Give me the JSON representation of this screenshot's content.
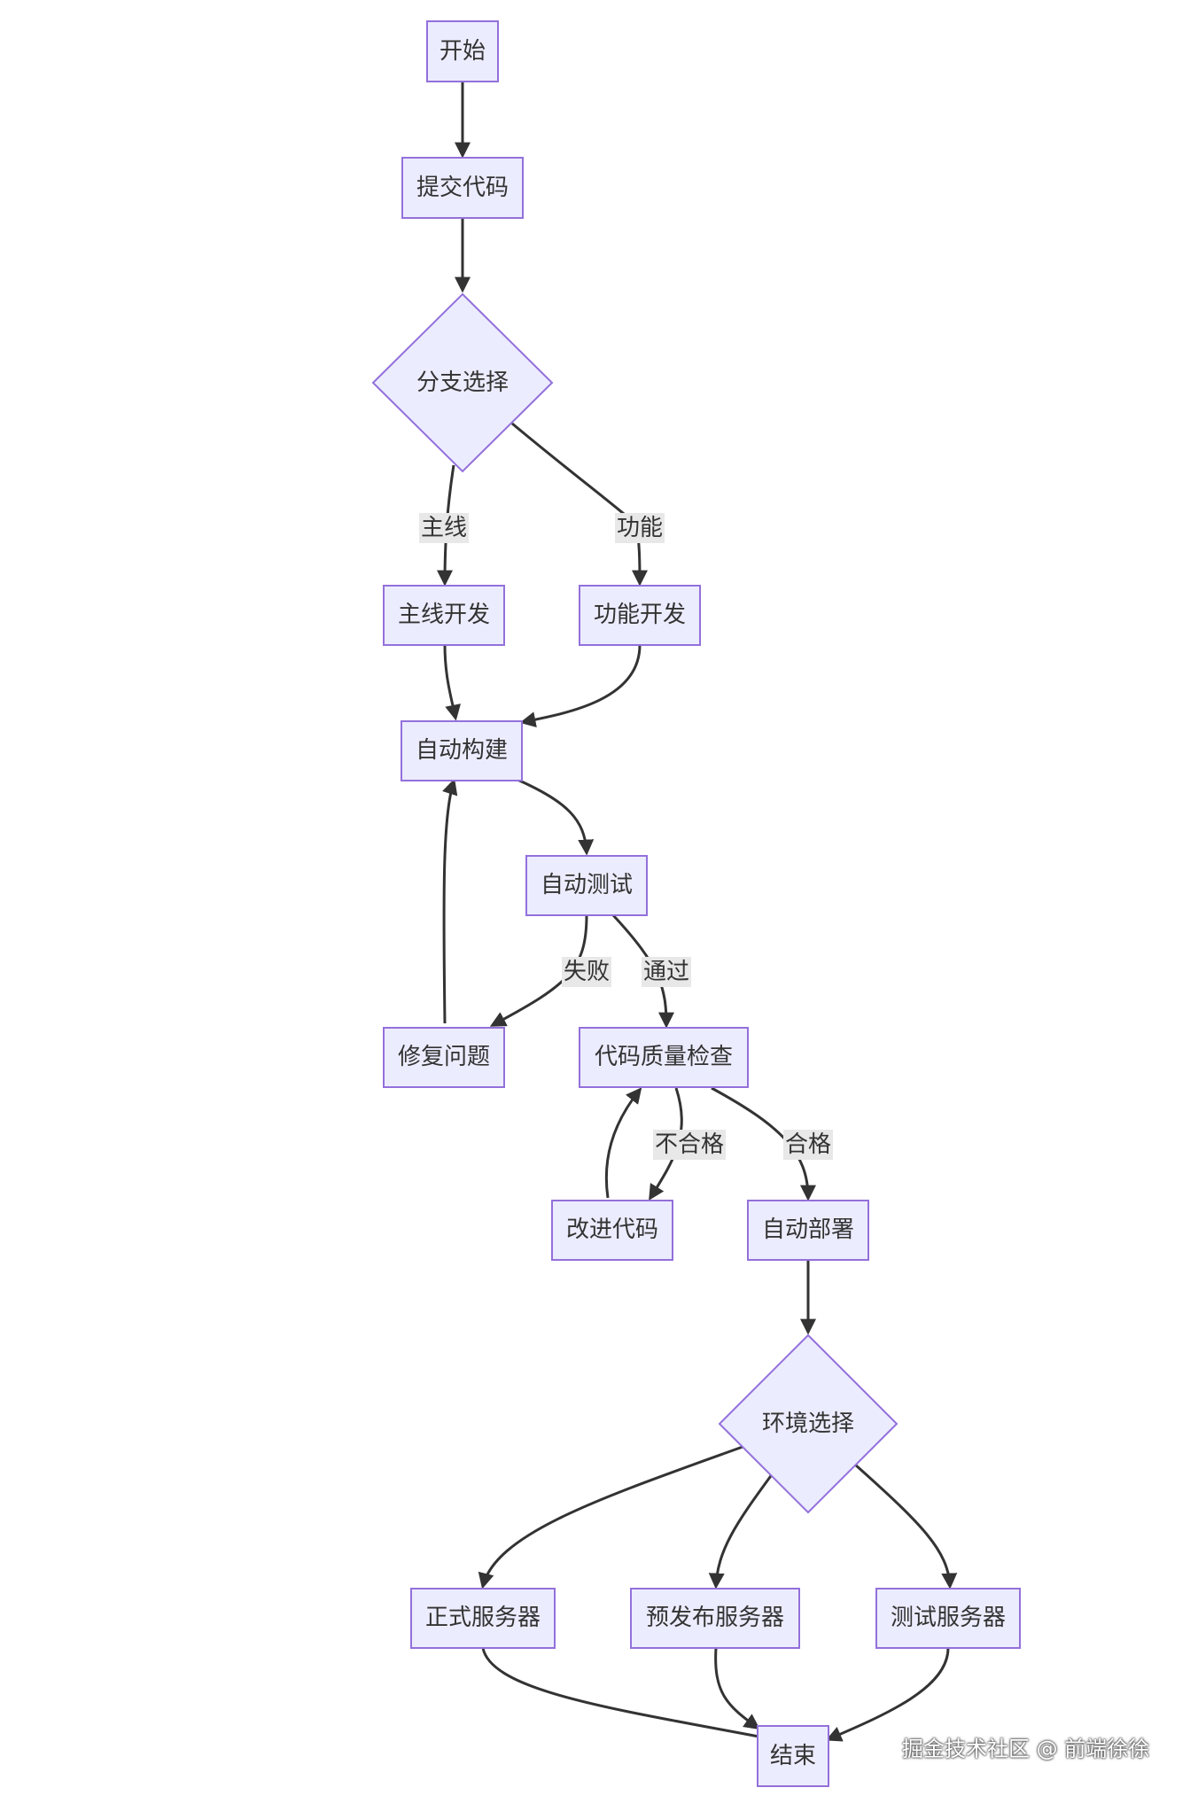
{
  "nodes": {
    "start": "开始",
    "commit": "提交代码",
    "branch": "分支选择",
    "mainline_dev": "主线开发",
    "feature_dev": "功能开发",
    "auto_build": "自动构建",
    "auto_test": "自动测试",
    "fix_issue": "修复问题",
    "quality_check": "代码质量检查",
    "improve_code": "改进代码",
    "auto_deploy": "自动部署",
    "env_select": "环境选择",
    "prod_server": "正式服务器",
    "staging_server": "预发布服务器",
    "test_server": "测试服务器",
    "end": "结束"
  },
  "edge_labels": {
    "mainline": "主线",
    "feature": "功能",
    "fail": "失败",
    "pass": "通过",
    "unqualified": "不合格",
    "qualified": "合格"
  },
  "colors": {
    "node_fill": "#ECECFF",
    "node_stroke": "#9370DB",
    "edge": "#333333",
    "label_bg": "#E8E8E8"
  },
  "watermark": "掘金技术社区 @ 前端徐徐"
}
